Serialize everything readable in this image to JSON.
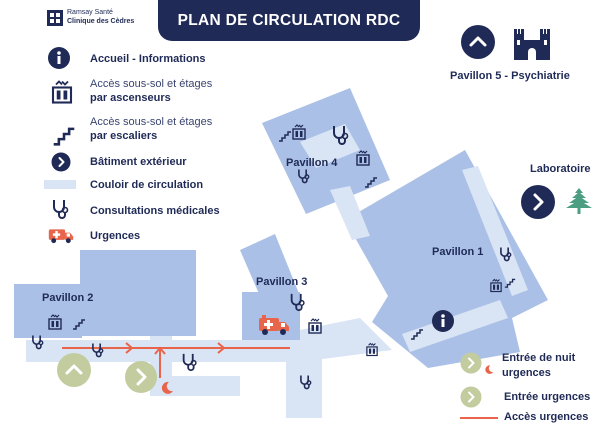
{
  "brand": {
    "line1": "Ramsay Santé",
    "line2": "Clinique des Cèdres"
  },
  "title": "PLAN DE CIRCULATION RDC",
  "legend": [
    {
      "icon": "info-icon",
      "label": "Accueil - Informations"
    },
    {
      "icon": "elevator-icon",
      "line1": "Accès sous-sol et étages",
      "line2": "par ascenseurs"
    },
    {
      "icon": "stairs-icon",
      "line1": "Accès sous-sol et étages",
      "line2": "par escaliers"
    },
    {
      "icon": "chevron-right-icon",
      "label": "Bâtiment extérieur"
    },
    {
      "icon": "corridor-swatch",
      "label": "Couloir de circulation"
    },
    {
      "icon": "stethoscope-icon",
      "label": "Consultations médicales"
    },
    {
      "icon": "ambulance-icon",
      "label": "Urgences"
    }
  ],
  "buildings": {
    "pavillon1": "Pavillon 1",
    "pavillon2": "Pavillon 2",
    "pavillon3": "Pavillon 3",
    "pavillon4": "Pavillon 4"
  },
  "external": {
    "pavillon5": "Pavillon 5 - Psychiatrie",
    "laboratoire": "Laboratoire"
  },
  "bottom_legend": {
    "night_entry_line1": "Entrée de nuit",
    "night_entry_line2": "urgences",
    "emergency_entry": "Entrée urgences",
    "emergency_access": "Accès urgences"
  },
  "colors": {
    "navy": "#1f2a56",
    "building": "#aac0e6",
    "corridor": "#d9e4f5",
    "route": "#e8644a",
    "entry_green": "#c2cc9f",
    "emergency_red": "#e8644a"
  }
}
